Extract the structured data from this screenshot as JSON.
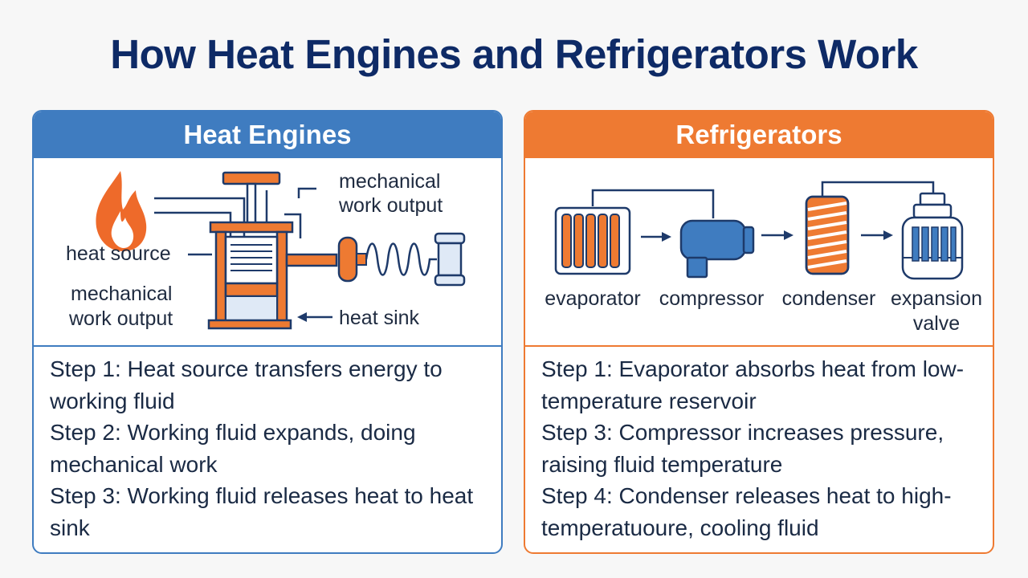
{
  "title": "How Heat Engines and Refrigerators Work",
  "colors": {
    "title": "#0e2a66",
    "blue": "#3f7cc0",
    "orange": "#ee7a32",
    "navy": "#1e3a6a"
  },
  "heat_engines": {
    "header": "Heat Engines",
    "labels": {
      "top_right_line1": "mechanical",
      "top_right_line2": "work output",
      "heat_source": "heat source",
      "bottom_left_line1": "mechanical",
      "bottom_left_line2": "work output",
      "heat_sink": "heat sink"
    },
    "icons": [
      "flame-icon",
      "piston-cylinder-icon",
      "spring-icon",
      "flywheel-icon"
    ],
    "steps": [
      "Step 1: Heat source transfers energy to working fluid",
      "Step 2: Working fluid expands, doing mechanical work",
      "Step 3: Working fluid releases heat to heat sink"
    ]
  },
  "refrigerators": {
    "header": "Refrigerators",
    "components": [
      "evaporator",
      "compressor",
      "condenser",
      "expansion",
      "valve"
    ],
    "icons": [
      "evaporator-icon",
      "compressor-icon",
      "condenser-icon",
      "expansion-valve-icon"
    ],
    "steps": [
      "Step 1: Evaporator absorbs heat from low-temperature reservoir",
      "Step 3: Compressor increases pressure, raising fluid temperature",
      "Step 4: Condenser releases heat to high-temperatuoure, cooling fluid"
    ]
  }
}
